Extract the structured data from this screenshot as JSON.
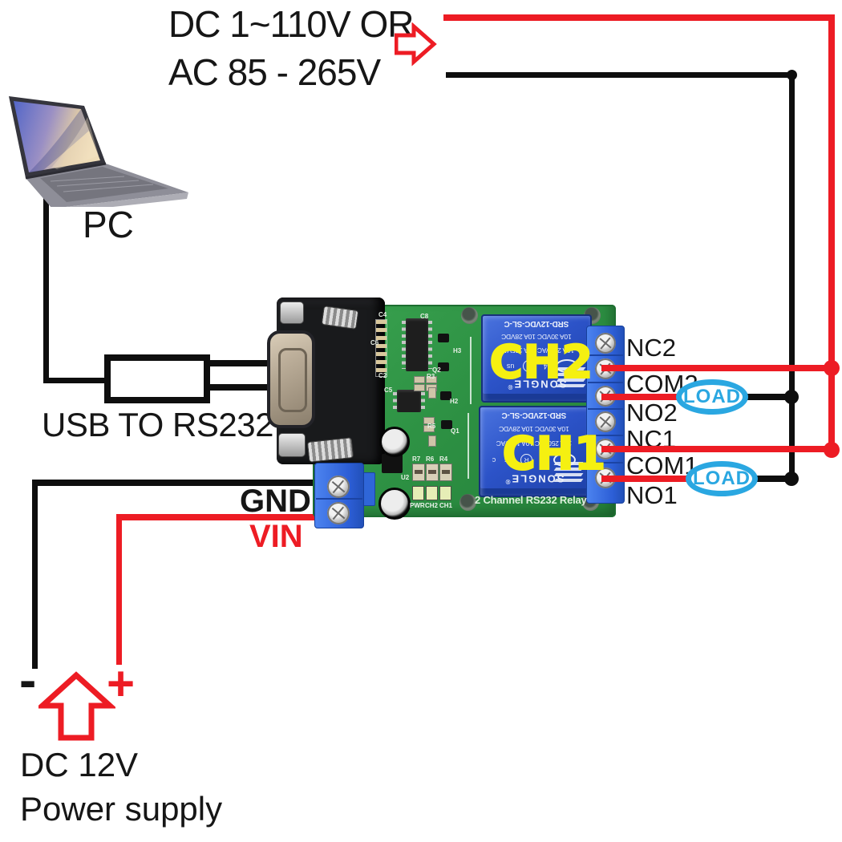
{
  "source_power": {
    "line1": "DC 1~110V OR",
    "line2": "AC 85 - 265V"
  },
  "pc": {
    "label": "PC"
  },
  "converter": {
    "label": "USB TO RS232"
  },
  "board_power": {
    "gnd": "GND",
    "vin": "VIN"
  },
  "supply": {
    "minus": "-",
    "plus": "+",
    "line1": "DC 12V",
    "line2": "Power supply"
  },
  "terminals": {
    "labels": [
      "NC2",
      "COM2",
      "NO2",
      "NC1",
      "COM1",
      "NO1"
    ]
  },
  "load": {
    "label": "LOAD"
  },
  "relays": {
    "ch2": "CH2",
    "ch1": "CH1",
    "brand": "SONGLE",
    "reg": "®",
    "ul_r": "R",
    "ul_us": "us",
    "c_mark": "c",
    "four": "4",
    "specs": [
      "10A 250VAC 10A 125VAC",
      "10A 30VDC 10A 28VDC",
      "SRD-12VDC-SL-C"
    ]
  },
  "board": {
    "title": "2 Channel RS232 Relay",
    "leds": [
      "PWR",
      "CH2",
      "CH1"
    ],
    "refs": {
      "c4": "C4",
      "c8": "C8",
      "c6": "C6",
      "c2": "C2",
      "c5": "C5",
      "r3": "R3",
      "r5": "R5",
      "u2": "U2",
      "r7": "R7",
      "r6": "R6",
      "r4": "R4",
      "h3": "H3",
      "q2": "Q2",
      "h2": "H2",
      "q1": "Q1"
    }
  },
  "colors": {
    "red": "#ed1c24",
    "black": "#0e0e0e",
    "load_blue": "#2aa7e1",
    "pcb_green": "#2f9745",
    "relay_blue": "#2b52c8",
    "terminal_blue": "#2e6ade",
    "ch_yellow": "#f5f011"
  }
}
